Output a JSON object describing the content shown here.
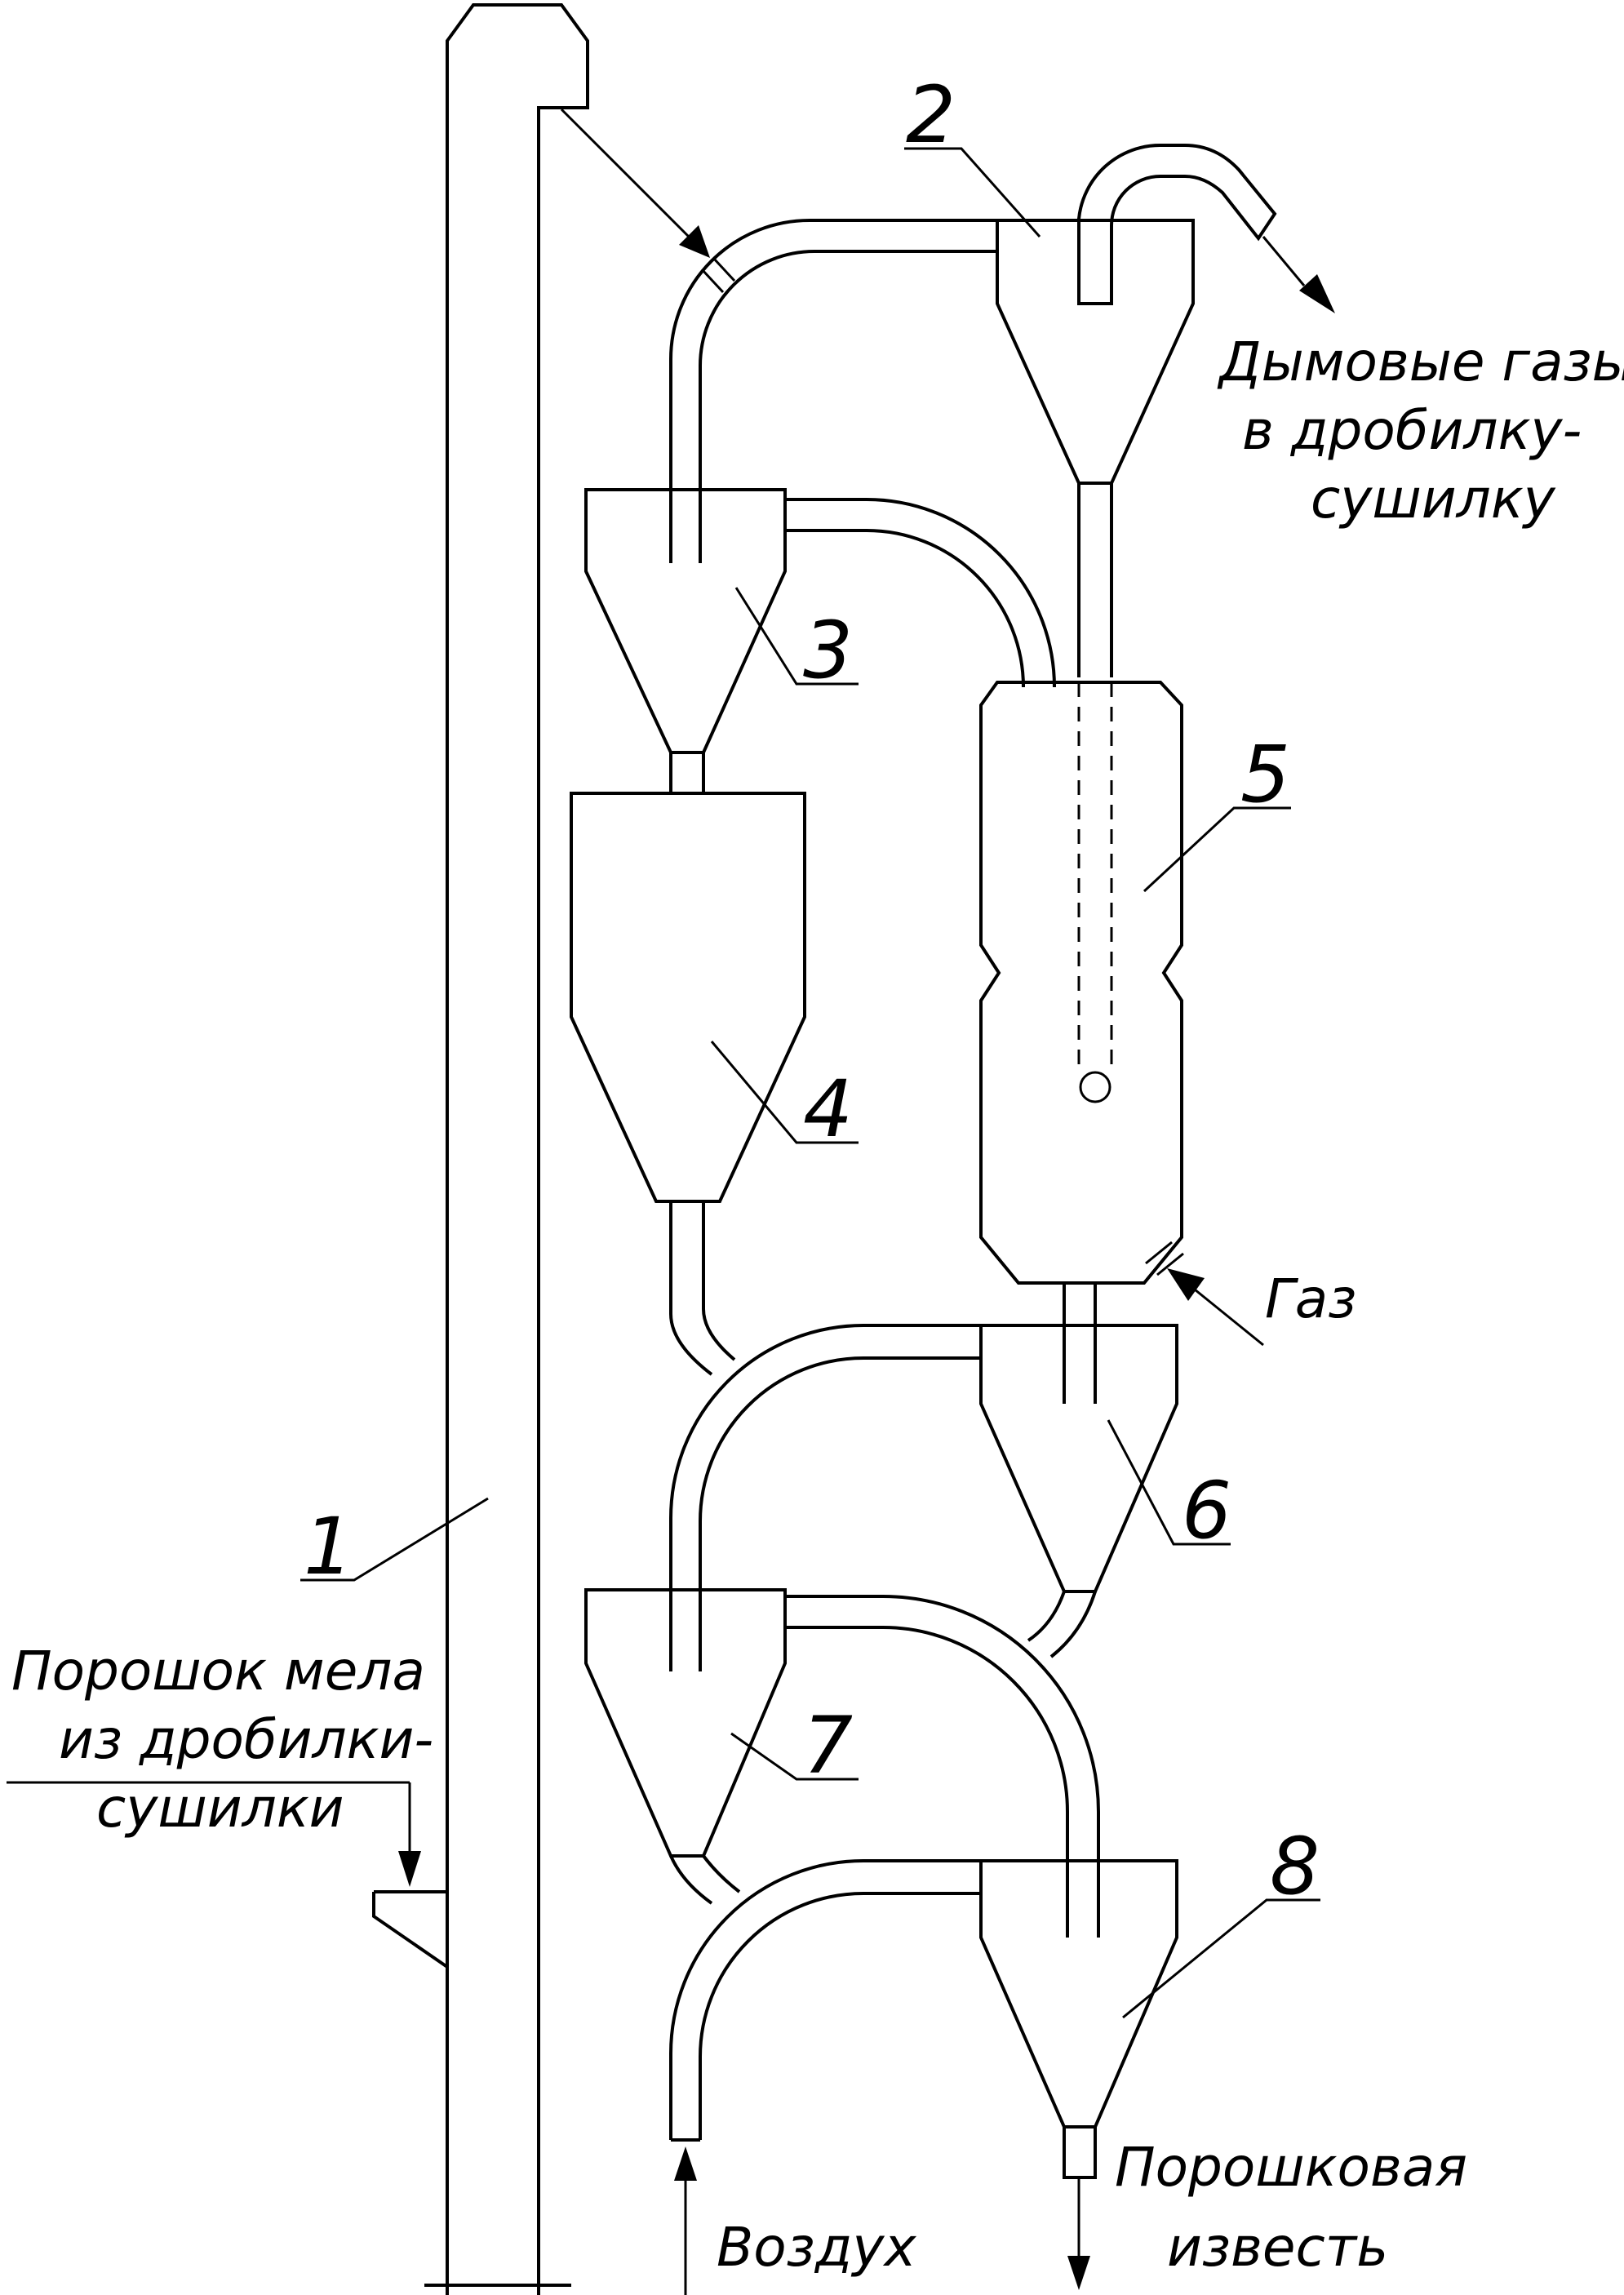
{
  "labels": {
    "n1": "1",
    "n2": "2",
    "n3": "3",
    "n4": "4",
    "n5": "5",
    "n6": "6",
    "n7": "7",
    "n8": "8"
  },
  "flows": {
    "flue_gas": [
      "Дымовые газы",
      "в дробилку-",
      "сушилку"
    ],
    "gas": "Газ",
    "chalk_powder": [
      "Порошок мела",
      "из дробилки-",
      "сушилки"
    ],
    "air": "Воздух",
    "lime_powder": [
      "Порошковая",
      "известь"
    ]
  },
  "colors": {
    "stroke": "#000000",
    "background": "#ffffff"
  }
}
